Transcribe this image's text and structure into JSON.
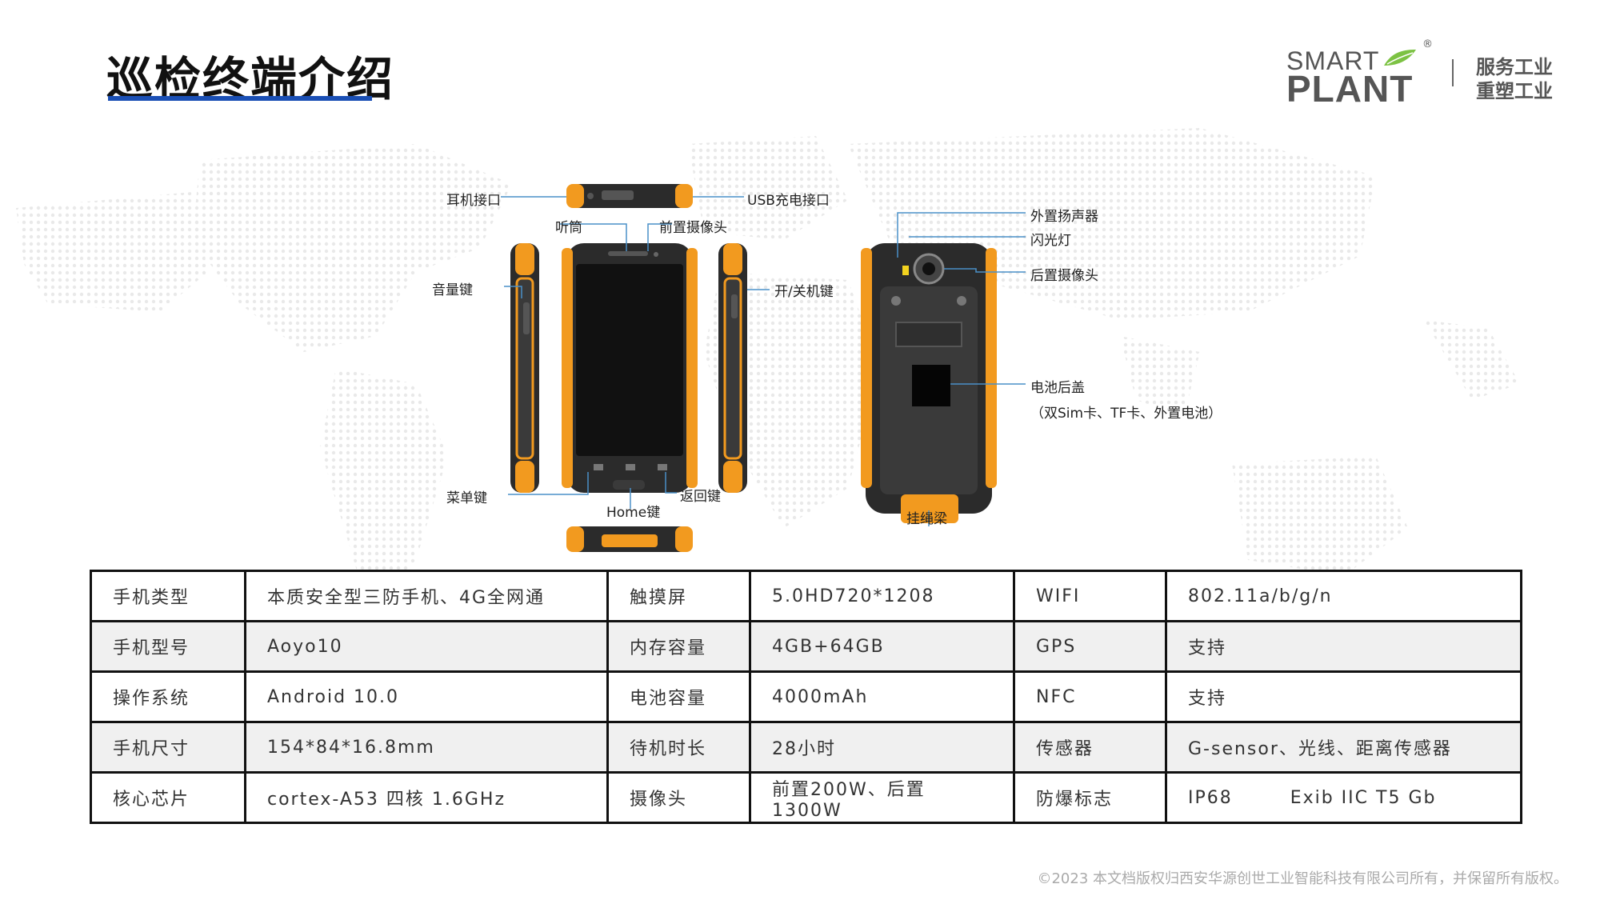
{
  "header": {
    "title": "巡检终端介绍"
  },
  "brand": {
    "line1": "SMART",
    "line2": "PLANT",
    "reg": "®",
    "slogan_1": "服务工业",
    "slogan_2": "重塑工业"
  },
  "diagram": {
    "labels": {
      "earphone_jack": "耳机接口",
      "usb_port": "USB充电接口",
      "earpiece": "听筒",
      "front_camera": "前置摄像头",
      "volume_key": "音量键",
      "power_key": "开/关机键",
      "menu_key": "菜单键",
      "home_key": "Home键",
      "back_key": "返回键",
      "external_speaker": "外置扬声器",
      "flash": "闪光灯",
      "rear_camera": "后置摄像头",
      "battery_cover": "电池后盖",
      "battery_cover_note": "（双Sim卡、TF卡、外置电池）",
      "lanyard": "挂绳梁"
    }
  },
  "specs": {
    "rows": [
      [
        "手机类型",
        "本质安全型三防手机、4G全网通",
        "触摸屏",
        "5.0HD720*1208",
        "WIFI",
        "802.11a/b/g/n"
      ],
      [
        "手机型号",
        "Aoyo10",
        "内存容量",
        "4GB+64GB",
        "GPS",
        "支持"
      ],
      [
        "操作系统",
        "Android 10.0",
        "电池容量",
        "4000mAh",
        "NFC",
        "支持"
      ],
      [
        "手机尺寸",
        "154*84*16.8mm",
        "待机时长",
        "28小时",
        "传感器",
        "G-sensor、光线、距离传感器"
      ],
      [
        "核心芯片",
        "cortex-A53 四核 1.6GHz",
        "摄像头",
        "前置200W、后置1300W",
        "防爆标志",
        "IP68        Exib IIC T5 Gb"
      ]
    ]
  },
  "footer": {
    "copyright": "©2023 本文档版权归西安华源创世工业智能科技有限公司所有，并保留所有版权。"
  },
  "colors": {
    "accent_blue": "#1a4fb5",
    "device_orange": "#f29a1f",
    "device_dark": "#2b2b2b"
  }
}
